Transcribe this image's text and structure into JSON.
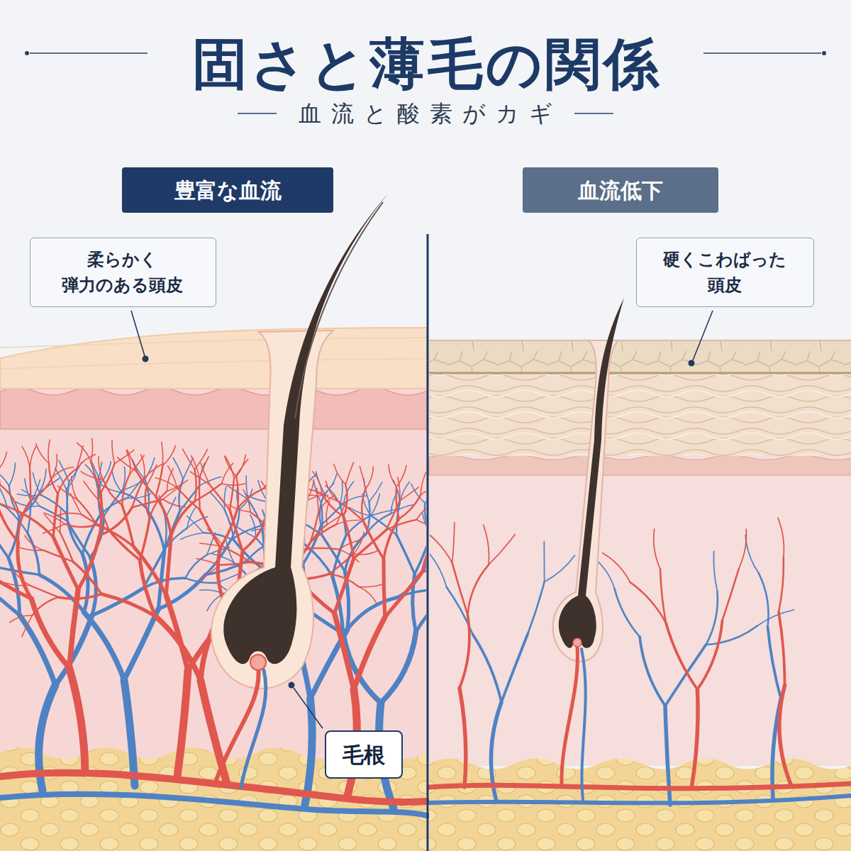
{
  "diagram": {
    "title": "固さと薄毛の関係",
    "nodes": [
      {
        "text": [
          "豊富な血流"
        ]
      },
      {
        "text": [
          "血流低下"
        ]
      },
      {
        "text": [
          "柔らかく 弾力のある頭皮"
        ]
      },
      {
        "text": [
          "硬くこわばった 頭皮"
        ]
      },
      {
        "text": [
          "毛根"
        ]
      }
    ],
    "labels": [
      "血流と酸素がカギ"
    ]
  }
}
